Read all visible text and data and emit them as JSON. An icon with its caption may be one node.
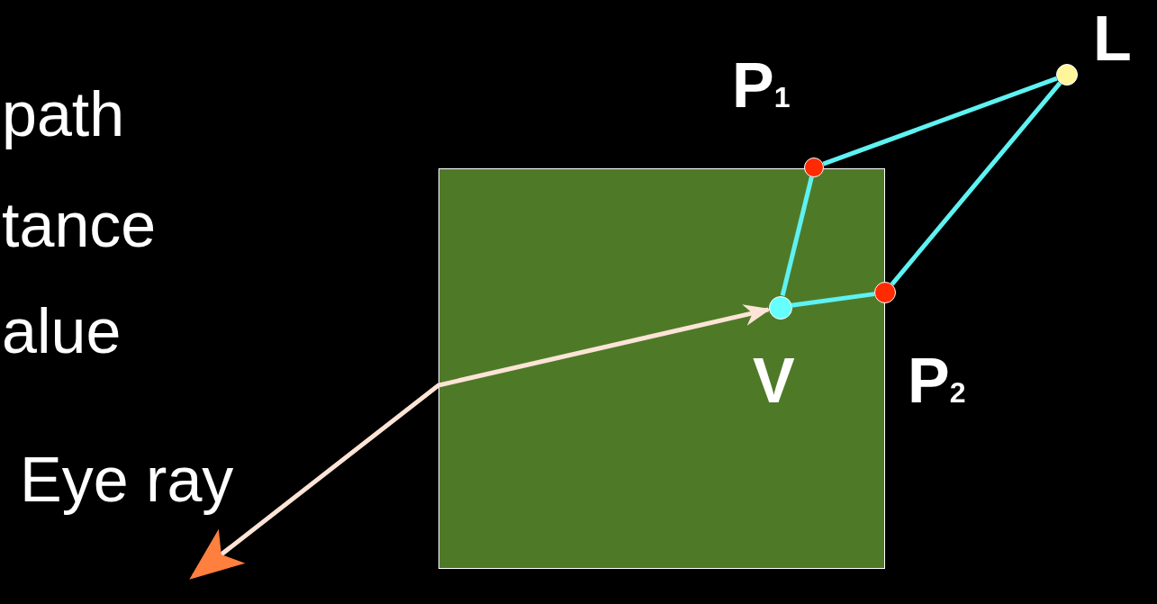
{
  "diagram": {
    "nodes": [
      {
        "text": [],
        "shape": "box"
      },
      {
        "text": [],
        "shape": "circle",
        "beside": [
          "P$_{1}$"
        ]
      },
      {
        "text": [],
        "shape": "circle",
        "beside": [
          "L"
        ]
      },
      {
        "text": [],
        "shape": "circle",
        "beside": [
          "P$_{2}$"
        ]
      },
      {
        "text": [],
        "shape": "circle",
        "beside": [
          "V"
        ],
        "in": 0
      }
    ],
    "edges": [
      {
        "from": 4,
        "to": 1,
        "arrow": "none",
        "color": "#5ff2f2"
      },
      {
        "from": 1,
        "to": 2,
        "arrow": "none",
        "color": "#5ff2f2"
      },
      {
        "from": 4,
        "to": 3,
        "arrow": "none",
        "color": "#5ff2f2"
      },
      {
        "from": 3,
        "to": 2,
        "arrow": "none",
        "color": "#5ff2f2"
      },
      {
        "from": null,
        "to": 4,
        "arrow": "both",
        "color": "#fde4d6"
      }
    ],
    "labels": [
      "path",
      "tance",
      "alue",
      "Eye ray"
    ]
  }
}
